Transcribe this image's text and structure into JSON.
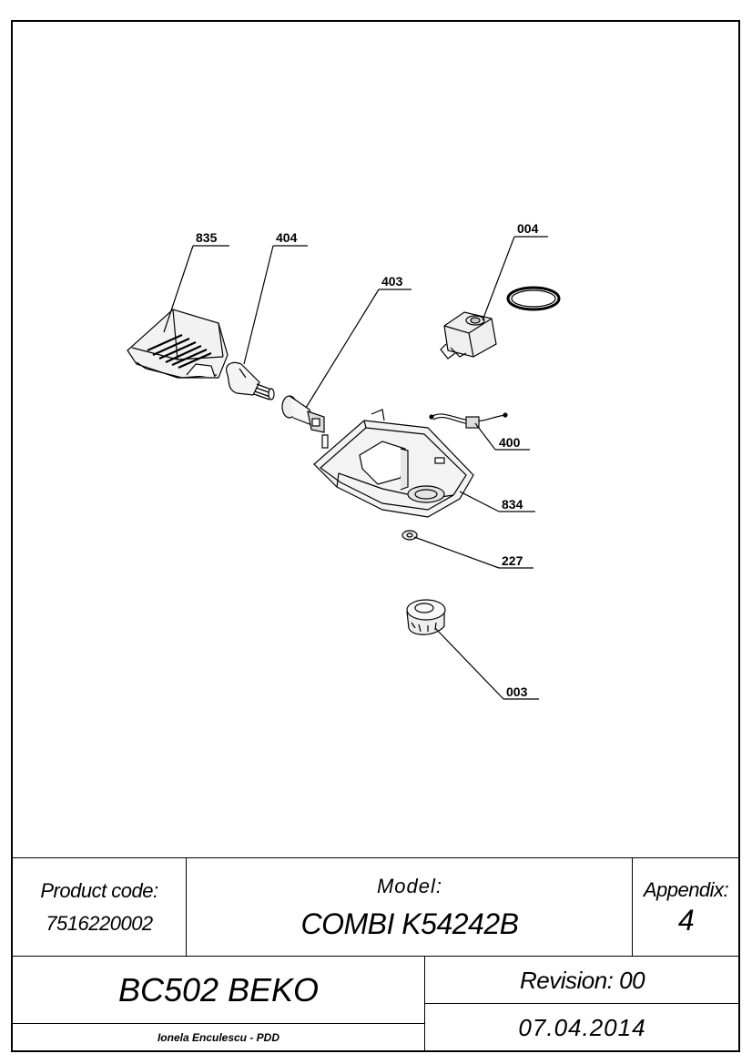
{
  "parts": [
    "835",
    "404",
    "403",
    "004",
    "400",
    "834",
    "227",
    "003"
  ],
  "title_block": {
    "product_code_label": "Product code:",
    "product_code_value": "7516220002",
    "model_label": "Model:",
    "model_value": "COMBI K54242B",
    "appendix_label": "Appendix:",
    "appendix_value": "4",
    "brand": "BC502 BEKO",
    "revision": "Revision: 00",
    "author": "Ionela Enculescu - PDD",
    "date": "07.04.2014"
  }
}
